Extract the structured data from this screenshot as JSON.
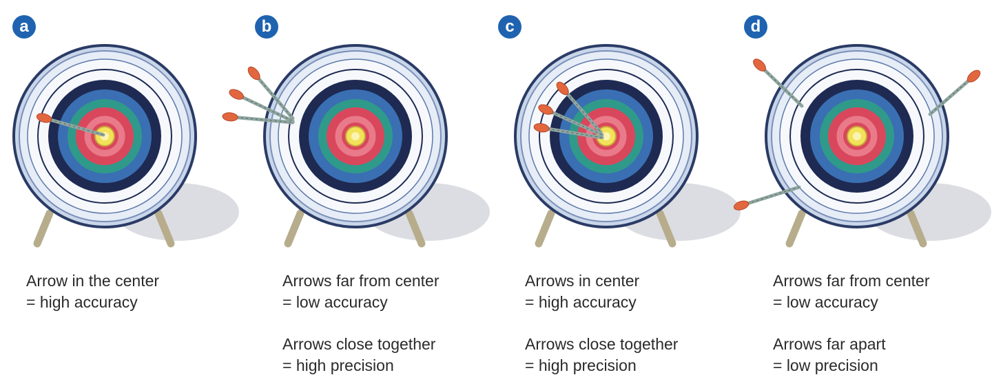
{
  "colors": {
    "badge": "#1f63b0",
    "face": "#e6edf7",
    "ring_white": "#f6f8fc",
    "ring_light": "#9fb4d6",
    "ring_dark": "#1e2a52",
    "ring_blue": "#3a6fb3",
    "ring_teal": "#2f9a8a",
    "ring_red": "#d9475c",
    "ring_pink": "#e97a8a",
    "bullseye": "#f2e25a",
    "leg": "#b7ad8c",
    "shadow": "#dcdde2",
    "arrow_head": "#e2673f",
    "arrow_shaft": "#8fa6a0"
  },
  "panels": [
    {
      "label": "a",
      "caption_accuracy": [
        "Arrow in the center",
        "= high accuracy"
      ],
      "caption_precision": []
    },
    {
      "label": "b",
      "caption_accuracy": [
        "Arrows far from center",
        "= low accuracy"
      ],
      "caption_precision": [
        "Arrows close together",
        "= high precision"
      ]
    },
    {
      "label": "c",
      "caption_accuracy": [
        "Arrows in center",
        "= high accuracy"
      ],
      "caption_precision": [
        "Arrows close together",
        "= high precision"
      ]
    },
    {
      "label": "d",
      "caption_accuracy": [
        "Arrows far from center",
        "= low accuracy"
      ],
      "caption_precision": [
        "Arrows far apart",
        "= low precision"
      ]
    }
  ]
}
